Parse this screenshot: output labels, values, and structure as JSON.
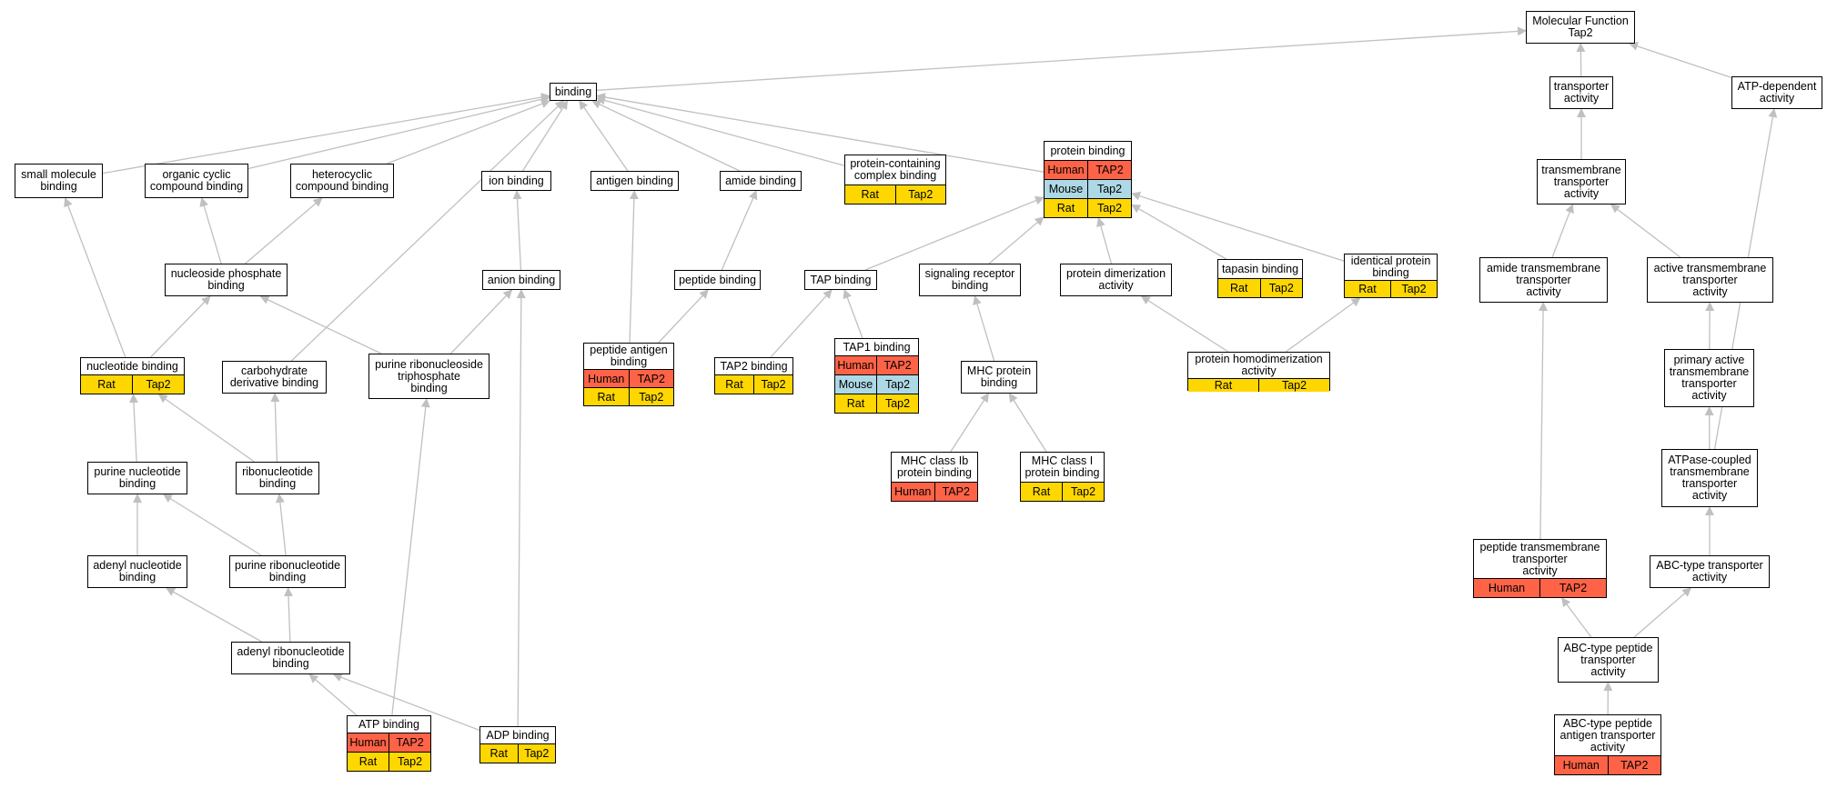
{
  "colors": {
    "edge": "#c0c0c0",
    "Human": "#ff6347",
    "Mouse": "#add8e6",
    "Rat": "#ffd700"
  },
  "nodes": [
    {
      "id": "mf",
      "label": "Molecular Function\nTap2",
      "rows": []
    },
    {
      "id": "binding",
      "label": "binding",
      "rows": []
    },
    {
      "id": "transporter",
      "label": "transporter\nactivity",
      "rows": []
    },
    {
      "id": "atpdep",
      "label": "ATP-dependent\nactivity",
      "rows": []
    },
    {
      "id": "smallmol",
      "label": "small molecule\nbinding",
      "rows": []
    },
    {
      "id": "orgcyc",
      "label": "organic cyclic\ncompound binding",
      "rows": []
    },
    {
      "id": "hetcyc",
      "label": "heterocyclic\ncompound binding",
      "rows": []
    },
    {
      "id": "ion",
      "label": "ion binding",
      "rows": []
    },
    {
      "id": "antigen",
      "label": "antigen binding",
      "rows": []
    },
    {
      "id": "amide",
      "label": "amide binding",
      "rows": []
    },
    {
      "id": "pccb",
      "label": "protein-containing\ncomplex binding",
      "rows": [
        [
          "Rat",
          "Tap2"
        ]
      ]
    },
    {
      "id": "protein",
      "label": "protein binding",
      "rows": [
        [
          "Human",
          "TAP2"
        ],
        [
          "Mouse",
          "Tap2"
        ],
        [
          "Rat",
          "Tap2"
        ]
      ]
    },
    {
      "id": "tmt",
      "label": "transmembrane\ntransporter\nactivity",
      "rows": []
    },
    {
      "id": "nucphos",
      "label": "nucleoside phosphate\nbinding",
      "rows": []
    },
    {
      "id": "anion",
      "label": "anion binding",
      "rows": []
    },
    {
      "id": "peptide",
      "label": "peptide binding",
      "rows": []
    },
    {
      "id": "tap",
      "label": "TAP binding",
      "rows": []
    },
    {
      "id": "sigrec",
      "label": "signaling receptor\nbinding",
      "rows": []
    },
    {
      "id": "protdim",
      "label": "protein dimerization\nactivity",
      "rows": []
    },
    {
      "id": "tapasin",
      "label": "tapasin binding",
      "rows": [
        [
          "Rat",
          "Tap2"
        ]
      ]
    },
    {
      "id": "identical",
      "label": "identical protein\nbinding",
      "rows": [
        [
          "Rat",
          "Tap2"
        ]
      ]
    },
    {
      "id": "amidetmt",
      "label": "amide transmembrane\ntransporter\nactivity",
      "rows": []
    },
    {
      "id": "activetmt",
      "label": "active transmembrane\ntransporter\nactivity",
      "rows": []
    },
    {
      "id": "nucleotide",
      "label": "nucleotide binding",
      "rows": [
        [
          "Rat",
          "Tap2"
        ]
      ]
    },
    {
      "id": "carb",
      "label": "carbohydrate\nderivative binding",
      "rows": []
    },
    {
      "id": "purinetri",
      "label": "purine ribonucleoside\ntriphosphate\nbinding",
      "rows": []
    },
    {
      "id": "pepant",
      "label": "peptide antigen\nbinding",
      "rows": [
        [
          "Human",
          "TAP2"
        ],
        [
          "Rat",
          "Tap2"
        ]
      ]
    },
    {
      "id": "tap2",
      "label": "TAP2 binding",
      "rows": [
        [
          "Rat",
          "Tap2"
        ]
      ]
    },
    {
      "id": "tap1",
      "label": "TAP1 binding",
      "rows": [
        [
          "Human",
          "TAP2"
        ],
        [
          "Mouse",
          "Tap2"
        ],
        [
          "Rat",
          "Tap2"
        ]
      ]
    },
    {
      "id": "mhcprot",
      "label": "MHC protein\nbinding",
      "rows": []
    },
    {
      "id": "homodim",
      "label": "protein homodimerization\nactivity",
      "rows": [
        [
          "Rat",
          "Tap2"
        ]
      ]
    },
    {
      "id": "primact",
      "label": "primary active\ntransmembrane\ntransporter\nactivity",
      "rows": []
    },
    {
      "id": "purnuc",
      "label": "purine nucleotide\nbinding",
      "rows": []
    },
    {
      "id": "ribonuc",
      "label": "ribonucleotide\nbinding",
      "rows": []
    },
    {
      "id": "mhc1b",
      "label": "MHC class Ib\nprotein binding",
      "rows": [
        [
          "Human",
          "TAP2"
        ]
      ]
    },
    {
      "id": "mhc1",
      "label": "MHC class I\nprotein binding",
      "rows": [
        [
          "Rat",
          "Tap2"
        ]
      ]
    },
    {
      "id": "atpcoup",
      "label": "ATPase-coupled\ntransmembrane\ntransporter\nactivity",
      "rows": []
    },
    {
      "id": "adenuc",
      "label": "adenyl nucleotide\nbinding",
      "rows": []
    },
    {
      "id": "purribo",
      "label": "purine ribonucleotide\nbinding",
      "rows": []
    },
    {
      "id": "peptmt",
      "label": "peptide transmembrane\ntransporter\nactivity",
      "rows": [
        [
          "Human",
          "TAP2"
        ]
      ]
    },
    {
      "id": "abc",
      "label": "ABC-type transporter\nactivity",
      "rows": []
    },
    {
      "id": "adenribo",
      "label": "adenyl ribonucleotide\nbinding",
      "rows": []
    },
    {
      "id": "abcpep",
      "label": "ABC-type peptide\ntransporter\nactivity",
      "rows": []
    },
    {
      "id": "atpb",
      "label": "ATP binding",
      "rows": [
        [
          "Human",
          "TAP2"
        ],
        [
          "Rat",
          "Tap2"
        ]
      ]
    },
    {
      "id": "adpb",
      "label": "ADP binding",
      "rows": [
        [
          "Rat",
          "Tap2"
        ]
      ]
    },
    {
      "id": "abcpepant",
      "label": "ABC-type peptide\nantigen transporter\nactivity",
      "rows": [
        [
          "Human",
          "TAP2"
        ]
      ]
    }
  ],
  "edges": [
    [
      "binding",
      "mf"
    ],
    [
      "transporter",
      "mf"
    ],
    [
      "atpdep",
      "mf"
    ],
    [
      "tmt",
      "transporter"
    ],
    [
      "amidetmt",
      "tmt"
    ],
    [
      "activetmt",
      "tmt"
    ],
    [
      "primact",
      "activetmt"
    ],
    [
      "atpcoup",
      "primact"
    ],
    [
      "atpcoup",
      "atpdep"
    ],
    [
      "abc",
      "atpcoup"
    ],
    [
      "abcpep",
      "abc"
    ],
    [
      "abcpep",
      "peptmt"
    ],
    [
      "peptmt",
      "amidetmt"
    ],
    [
      "abcpepant",
      "abcpep"
    ],
    [
      "smallmol",
      "binding"
    ],
    [
      "orgcyc",
      "binding"
    ],
    [
      "hetcyc",
      "binding"
    ],
    [
      "ion",
      "binding"
    ],
    [
      "antigen",
      "binding"
    ],
    [
      "amide",
      "binding"
    ],
    [
      "pccb",
      "binding"
    ],
    [
      "protein",
      "binding"
    ],
    [
      "carb",
      "binding"
    ],
    [
      "nucphos",
      "orgcyc"
    ],
    [
      "nucphos",
      "hetcyc"
    ],
    [
      "anion",
      "ion"
    ],
    [
      "peptide",
      "amide"
    ],
    [
      "pepant",
      "antigen"
    ],
    [
      "pepant",
      "peptide"
    ],
    [
      "tap",
      "protein"
    ],
    [
      "sigrec",
      "protein"
    ],
    [
      "protdim",
      "protein"
    ],
    [
      "tapasin",
      "protein"
    ],
    [
      "identical",
      "protein"
    ],
    [
      "tap2",
      "tap"
    ],
    [
      "tap1",
      "tap"
    ],
    [
      "mhcprot",
      "sigrec"
    ],
    [
      "homodim",
      "protdim"
    ],
    [
      "homodim",
      "identical"
    ],
    [
      "mhc1b",
      "mhcprot"
    ],
    [
      "mhc1",
      "mhcprot"
    ],
    [
      "nucleotide",
      "smallmol"
    ],
    [
      "nucleotide",
      "nucphos"
    ],
    [
      "purinetri",
      "nucphos"
    ],
    [
      "purinetri",
      "anion"
    ],
    [
      "adpb",
      "anion"
    ],
    [
      "purnuc",
      "nucleotide"
    ],
    [
      "ribonuc",
      "nucleotide"
    ],
    [
      "ribonuc",
      "carb"
    ],
    [
      "adenuc",
      "purnuc"
    ],
    [
      "purribo",
      "purnuc"
    ],
    [
      "purribo",
      "ribonuc"
    ],
    [
      "adenribo",
      "adenuc"
    ],
    [
      "adenribo",
      "purribo"
    ],
    [
      "atpb",
      "adenribo"
    ],
    [
      "atpb",
      "purinetri"
    ],
    [
      "adpb",
      "adenribo"
    ]
  ]
}
